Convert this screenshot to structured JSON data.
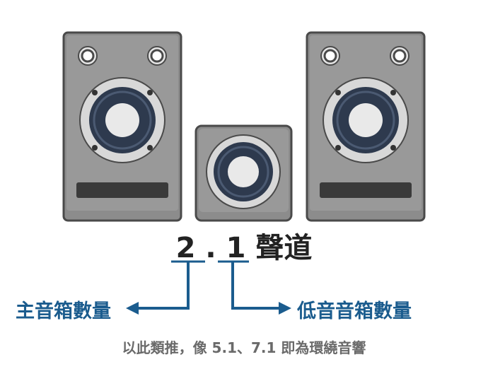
{
  "title": {
    "digits": "2.1",
    "suffix": "聲道"
  },
  "labels": {
    "main_speakers": "主音箱數量",
    "subwoofers": "低音音箱數量"
  },
  "caption": "以此類推，像 5.1、7.1 即為環繞音響",
  "colors": {
    "accent_blue": "#1b5c8e",
    "title_dark": "#222222",
    "caption_gray": "#6a6a6a",
    "speaker_body": "#8c8c8c",
    "speaker_outline": "#4a4a4a"
  },
  "icons": [
    "left-speaker-icon",
    "subwoofer-icon",
    "right-speaker-icon",
    "arrow-left-icon",
    "arrow-right-icon"
  ]
}
